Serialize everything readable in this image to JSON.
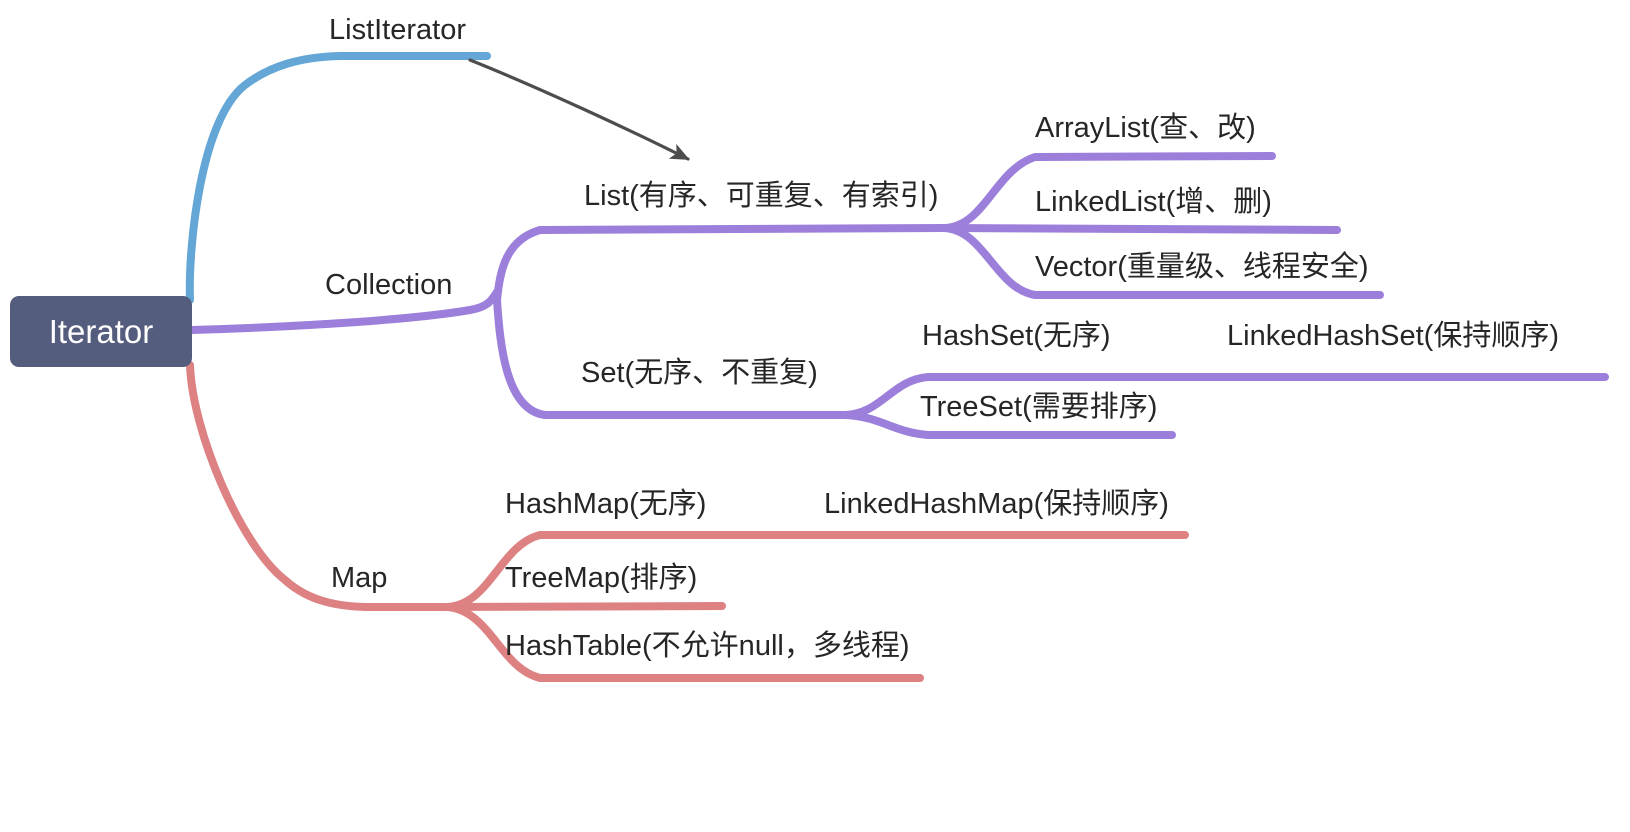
{
  "diagram": {
    "title": "Java Collection Framework Mind Map",
    "background_color": "#ffffff",
    "root": {
      "label": "Iterator",
      "fill_color": "#555d7e",
      "text_color": "#ffffff"
    },
    "colors": {
      "list_iterator_branch": "#64a6d6",
      "collection_branch": "#9b7fdb",
      "map_branch": "#dd8183",
      "arrow": "#4d4d4d",
      "label_text": "#262626"
    },
    "branches": [
      {
        "id": "list-iterator",
        "label": "ListIterator",
        "color": "#64a6d6",
        "children": []
      },
      {
        "id": "collection",
        "label": "Collection",
        "color": "#9b7fdb",
        "children": [
          {
            "id": "list",
            "label": "List(有序、可重复、有索引)",
            "children": [
              {
                "id": "arraylist",
                "label": "ArrayList(查、改)"
              },
              {
                "id": "linkedlist",
                "label": "LinkedList(增、删)"
              },
              {
                "id": "vector",
                "label": "Vector(重量级、线程安全)"
              }
            ]
          },
          {
            "id": "set",
            "label": "Set(无序、不重复)",
            "children": [
              {
                "id": "hashset",
                "label": "HashSet(无序)",
                "children": [
                  {
                    "id": "linkedhashset",
                    "label": "LinkedHashSet(保持顺序)"
                  }
                ]
              },
              {
                "id": "treeset",
                "label": "TreeSet(需要排序)"
              }
            ]
          }
        ]
      },
      {
        "id": "map",
        "label": "Map",
        "color": "#dd8183",
        "children": [
          {
            "id": "hashmap",
            "label": "HashMap(无序)",
            "children": [
              {
                "id": "linkedhashmap",
                "label": "LinkedHashMap(保持顺序)"
              }
            ]
          },
          {
            "id": "treemap",
            "label": "TreeMap(排序)"
          },
          {
            "id": "hashtable",
            "label": "HashTable(不允许null，多线程)"
          }
        ]
      }
    ],
    "annotations": [
      {
        "id": "listiterator-to-list-arrow",
        "type": "arrow",
        "from": "ListIterator",
        "to": "List(有序、可重复、有索引)",
        "color": "#4d4d4d"
      }
    ]
  }
}
